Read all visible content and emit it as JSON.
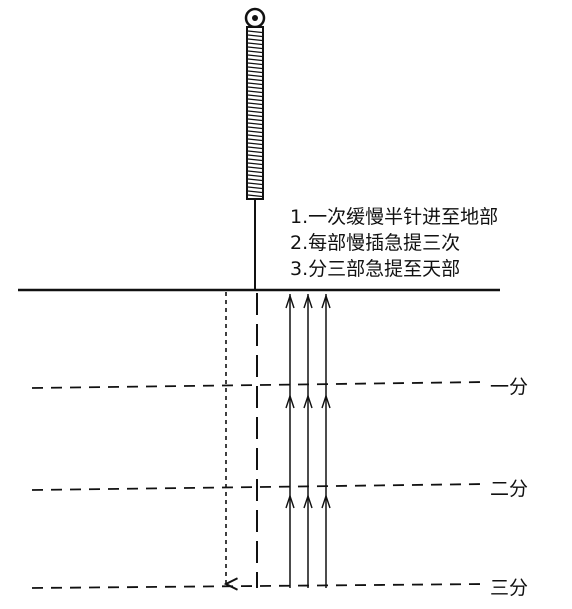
{
  "steps": [
    "1.一次缓慢半针进至地部",
    "2.每部慢插急提三次",
    "3.分三部急提至天部"
  ],
  "depth_labels": [
    "一分",
    "二分",
    "三分"
  ],
  "colors": {
    "ink": "#111111",
    "background": "#ffffff"
  }
}
